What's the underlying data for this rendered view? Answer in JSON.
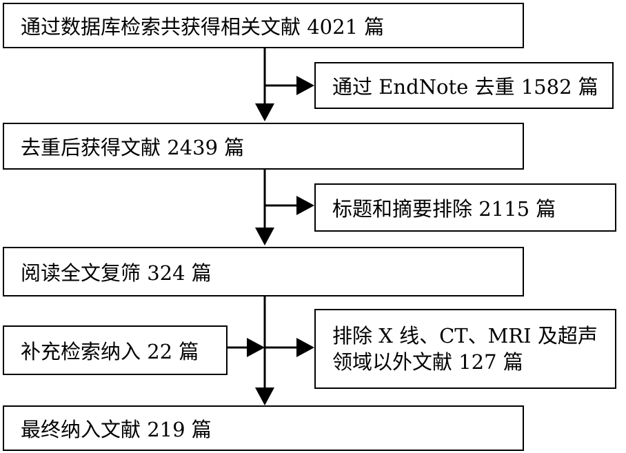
{
  "diagram": {
    "steps": {
      "retrieved": "通过数据库检索共获得相关文献 4021 篇",
      "dedup_removed": "通过 EndNote 去重 1582 篇",
      "after_dedup": "去重后获得文献 2439 篇",
      "title_abstract_excluded": "标题和摘要排除 2115 篇",
      "fulltext_review": "阅读全文复筛 324 篇",
      "supplement": "补充检索纳入 22 篇",
      "modality_excluded": "排除 X 线、CT、MRI 及超声领域以外文献 127 篇",
      "final_included": "最终纳入文献 219 篇"
    },
    "line_color": "#000000"
  }
}
